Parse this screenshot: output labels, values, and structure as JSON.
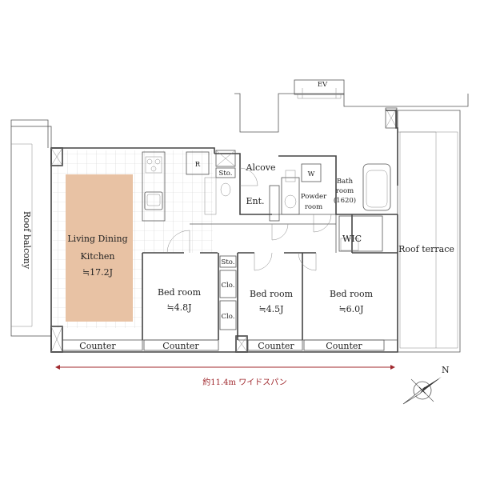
{
  "rooms": {
    "ldk": {
      "name_line1": "Living Dining",
      "name_line2": "Kitchen",
      "area": "≒17.2J"
    },
    "bed1": {
      "name": "Bed room",
      "area": "≒4.8J"
    },
    "bed2": {
      "name": "Bed room",
      "area": "≒4.5J"
    },
    "bed3": {
      "name": "Bed room",
      "area": "≒6.0J"
    },
    "bath": {
      "line1": "Bath",
      "line2": "room",
      "line3": "(1620)"
    },
    "powder": {
      "line1": "Powder",
      "line2": "room"
    },
    "wic": "WIC",
    "alcove": "Alcove",
    "entrance": "Ent.",
    "roof_balcony": "Roof balcony",
    "roof_terrace": "Roof terrace",
    "ev": "EV"
  },
  "storage": {
    "sto_top": "Sto.",
    "sto_mid": "Sto.",
    "clo_1": "Clo.",
    "clo_2": "Clo.",
    "r_label": "R",
    "w_label": "W"
  },
  "counters": [
    "Counter",
    "Counter",
    "Counter",
    "Counter"
  ],
  "dimension": "約11.4m ワイドスパン",
  "compass": "N",
  "colors": {
    "flooring": "#e8c2a4",
    "storage_fill": "#c9b49a",
    "wic_fill": "#c2a98b",
    "tile_grid": "#cfcfcf",
    "dimension_line": "#a0292e",
    "wall": "#444444"
  }
}
